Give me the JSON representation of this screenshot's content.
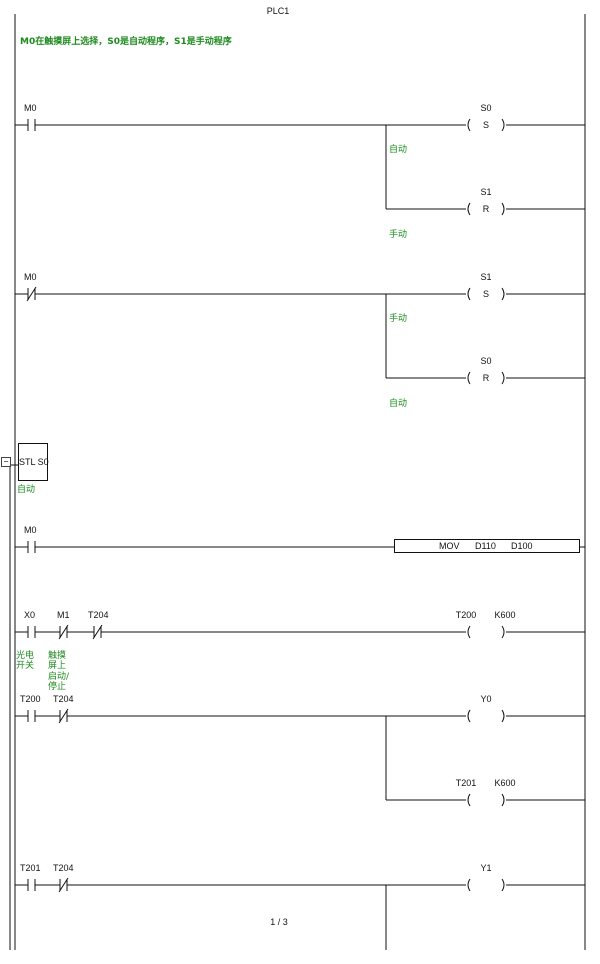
{
  "title": "PLC1",
  "top_comment": "M0在触摸屏上选择，S0是自动程序，S1是手动程序",
  "stl": {
    "label": "STL S0",
    "comment": "自动"
  },
  "page_number": "1 / 3",
  "rungs": {
    "r1": {
      "contact": "M0",
      "coil1": {
        "name": "S0",
        "op": "S",
        "comment": "自动"
      },
      "coil2": {
        "name": "S1",
        "op": "R",
        "comment": "手动"
      }
    },
    "r2": {
      "contact": "M0",
      "coil1": {
        "name": "S1",
        "op": "S",
        "comment": "手动"
      },
      "coil2": {
        "name": "S0",
        "op": "R",
        "comment": "自动"
      }
    },
    "r3": {
      "contact": "M0",
      "mov": {
        "op": "MOV",
        "src": "D110",
        "dst": "D100"
      }
    },
    "r4": {
      "contacts": [
        {
          "name": "X0",
          "comment": "光电开关"
        },
        {
          "name": "M1",
          "comment": "触摸屏上启动/停止"
        },
        {
          "name": "T204",
          "comment": ""
        }
      ],
      "coil": {
        "name": "T200",
        "preset": "K600"
      }
    },
    "r5": {
      "contacts": [
        {
          "name": "T200"
        },
        {
          "name": "T204"
        }
      ],
      "coil1": {
        "name": "Y0"
      },
      "coil2": {
        "name": "T201",
        "preset": "K600"
      }
    },
    "r6": {
      "contacts": [
        {
          "name": "T201"
        },
        {
          "name": "T204"
        }
      ],
      "coil": {
        "name": "Y1"
      }
    }
  }
}
